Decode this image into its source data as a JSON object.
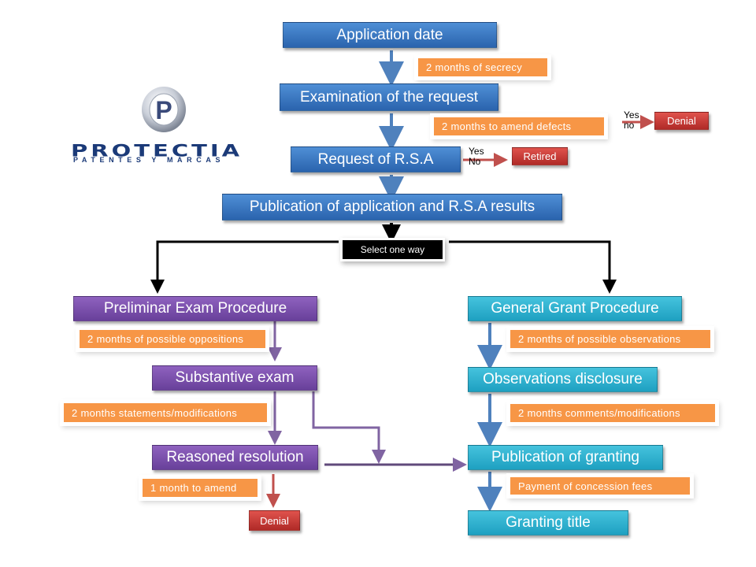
{
  "logo": {
    "name": "PROTECTIA",
    "tagline": "PATENTES Y MARCAS",
    "letter": "P"
  },
  "steps": {
    "application_date": "Application date",
    "examination": "Examination of the request",
    "request_rsa": "Request of R.S.A",
    "publication_rsa": "Publication of application and R.S.A results",
    "select_way": "Select one way",
    "preliminar": "Preliminar Exam Procedure",
    "substantive": "Substantive exam",
    "reasoned": "Reasoned resolution",
    "general_grant": "General Grant Procedure",
    "observations": "Observations disclosure",
    "pub_granting": "Publication of granting",
    "granting_title": "Granting title"
  },
  "notes": {
    "secrecy": "2 months  of secrecy",
    "amend_defects": "2 months  to amend  defects",
    "oppositions": "2 months  of possible oppositions",
    "statements": "2 months  statements/modifications",
    "amend": "1 month  to amend",
    "observations": "2 months  of possible observations",
    "comments": "2 months  comments/modifications",
    "fees": "Payment  of concession fees"
  },
  "outcomes": {
    "denial_top": "Denial",
    "retired": "Retired",
    "denial_bottom": "Denial"
  },
  "branch_labels": {
    "yes_1": "Yes",
    "no_1": "no",
    "yes_2": "Yes",
    "no_2": "No"
  },
  "colors": {
    "blue": "#3a78c8",
    "purple": "#7b50ad",
    "teal": "#2fb3d2",
    "red": "#c0392b",
    "orange": "#f79646",
    "navy": "#1b3a78"
  }
}
